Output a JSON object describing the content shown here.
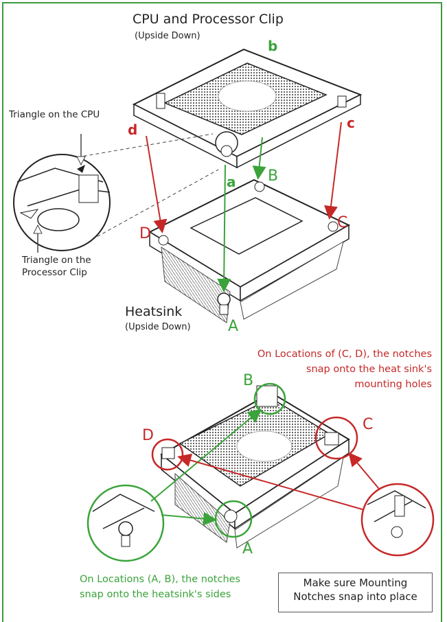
{
  "title": "CPU and Processor Clip",
  "title_sub": "(Upside Down)",
  "heatsink_label": "Heatsink",
  "heatsink_sub": "(Upside Down)",
  "triangle_cpu": "Triangle on the CPU",
  "triangle_clip_1": "Triangle on the",
  "triangle_clip_2": "Processor Clip",
  "letters": {
    "a_small": "a",
    "b_small": "b",
    "c_small": "c",
    "d_small": "d",
    "A_top": "A",
    "B_top": "B",
    "C_top": "C",
    "D_top": "D",
    "A_bottom": "A",
    "B_bottom": "B",
    "C_bottom": "C",
    "D_bottom": "D"
  },
  "note_cd": [
    "On Locations of (C, D), the notches",
    "snap onto the heat sink's",
    "mounting holes"
  ],
  "note_ab": [
    "On Locations (A, B), the notches",
    "snap onto the heatsink's sides"
  ],
  "box_text": [
    "Make sure Mounting",
    "Notches snap into place"
  ],
  "colors": {
    "green": "#3aa33a",
    "red": "#c62828",
    "frame": "#3c9a3c"
  }
}
